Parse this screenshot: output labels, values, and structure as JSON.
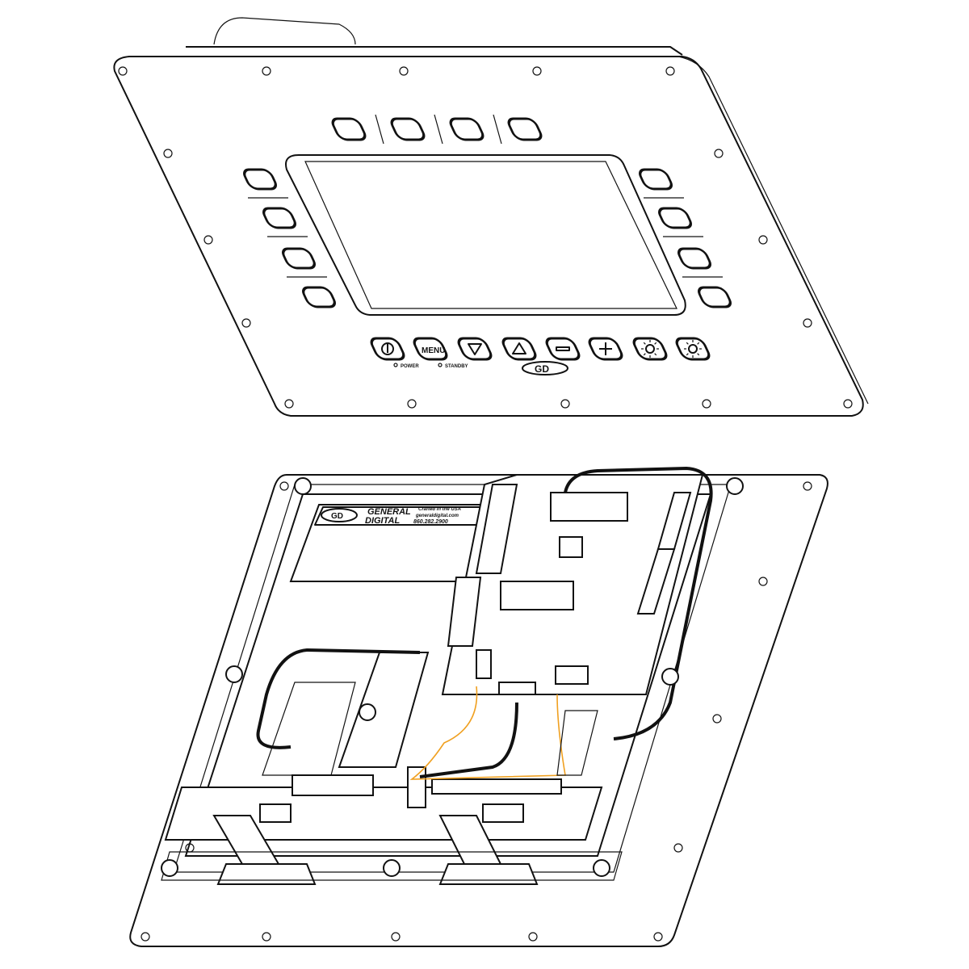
{
  "front_panel": {
    "menu_label": "MENU",
    "power_label": "POWER",
    "standby_label": "STANDBY",
    "logo_text": "GD",
    "bottom_buttons": [
      "power-icon",
      "menu",
      "triangle-down-icon",
      "triangle-up-icon",
      "minus-icon",
      "plus-icon",
      "brightness-down-icon",
      "brightness-up-icon"
    ]
  },
  "rear_assembly": {
    "brand_line1": "GENERAL",
    "brand_line2": "DIGITAL",
    "tagline": "Crafted in the USA",
    "website": "generaldigital.com",
    "phone": "860.282.2900"
  },
  "colors": {
    "line": "#111111",
    "wire_accent": "#f0a020"
  }
}
